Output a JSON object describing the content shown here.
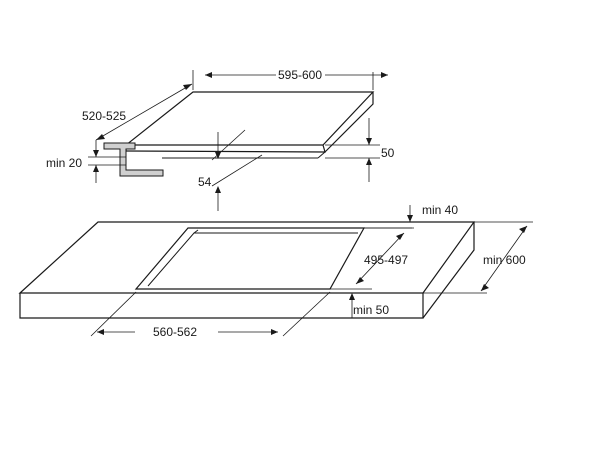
{
  "diagram": {
    "colors": {
      "line": "#1a1a1a",
      "background": "#ffffff",
      "bracket_fill": "#d0d0d0"
    },
    "hob": {
      "width_label": "595-600",
      "depth_label": "520-525",
      "height_label": "50",
      "clearance_label": "54",
      "bracket_label": "min 20"
    },
    "cutout": {
      "width_label": "560-562",
      "depth_label": "495-497",
      "back_label": "min 40",
      "front_label": "min 50",
      "worktop_depth_label": "min 600"
    }
  }
}
